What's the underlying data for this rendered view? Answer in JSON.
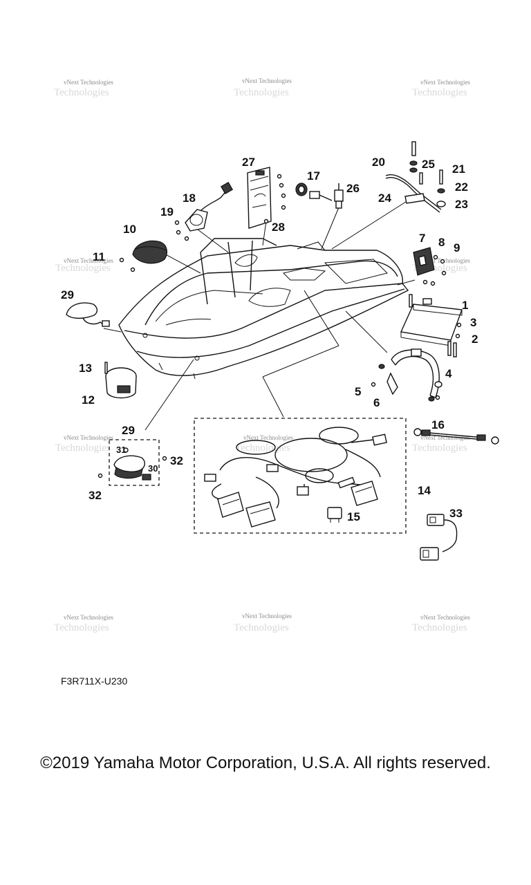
{
  "diagram_code": "F3R711X-U230",
  "copyright": "©2019 Yamaha Motor Corporation, U.S.A. All rights reserved.",
  "watermark": "vNext Technologies",
  "callouts": {
    "c1": "1",
    "c2": "2",
    "c3": "3",
    "c4": "4",
    "c5": "5",
    "c6": "6",
    "c7": "7",
    "c8": "8",
    "c9": "9",
    "c10": "10",
    "c11": "11",
    "c12": "12",
    "c13": "13",
    "c14": "14",
    "c15": "15",
    "c16": "16",
    "c17": "17",
    "c18": "18",
    "c19": "19",
    "c20": "20",
    "c21": "21",
    "c22": "22",
    "c23": "23",
    "c24": "24",
    "c25": "25",
    "c26": "26",
    "c27": "27",
    "c28": "28",
    "c29a": "29",
    "c29b": "29",
    "c30": "30",
    "c31": "31",
    "c32a": "32",
    "c32b": "32",
    "c33": "33"
  }
}
